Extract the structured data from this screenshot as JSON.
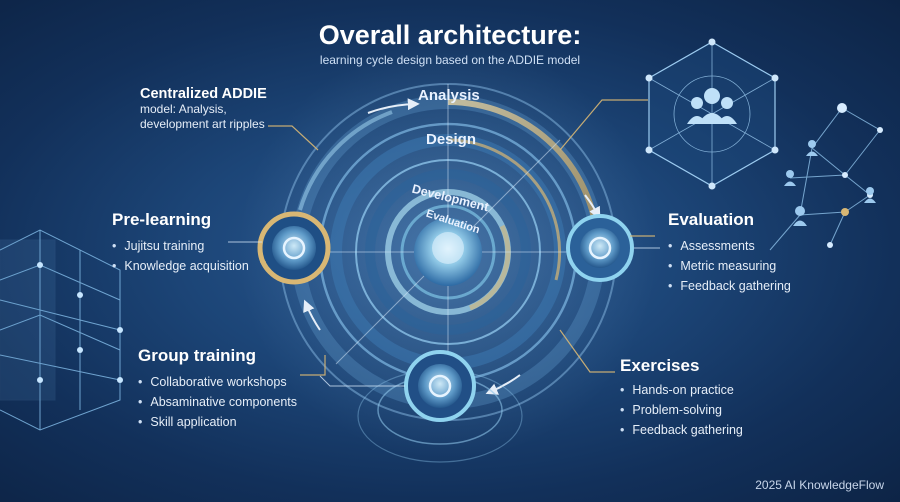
{
  "title": "Overall architecture:",
  "subtitle": "learning cycle design based on the ADDIE model",
  "center": {
    "text_lines": [
      "Centralized ADDIE",
      "model: Analysis,",
      "development art ripples"
    ]
  },
  "rings": {
    "analysis": "Analysis",
    "design": "Design",
    "development": "Development",
    "evaluation": "Evaluation"
  },
  "pre_learning": {
    "heading": "Pre-learning",
    "items": [
      "Jujitsu training",
      "Knowledge acquisition"
    ]
  },
  "evaluation_block": {
    "heading": "Evaluation",
    "items": [
      "Assessments",
      "Metric measuring",
      "Feedback gathering"
    ]
  },
  "group_training": {
    "heading": "Group training",
    "items": [
      "Collaborative workshops",
      "Absaminative components",
      "Skill application"
    ]
  },
  "exercises": {
    "heading": "Exercises",
    "items": [
      "Hands-on practice",
      "Problem-solving",
      "Feedback gathering"
    ]
  },
  "footer": "2025 AI KnowledgeFlow",
  "colors": {
    "accent_gold": "#d8b774",
    "accent_cyan": "#8fd3ef",
    "background": "#1c4577"
  },
  "icons": [
    "users-network-icon",
    "network-graph-icon",
    "wireframe-cube-icon"
  ]
}
